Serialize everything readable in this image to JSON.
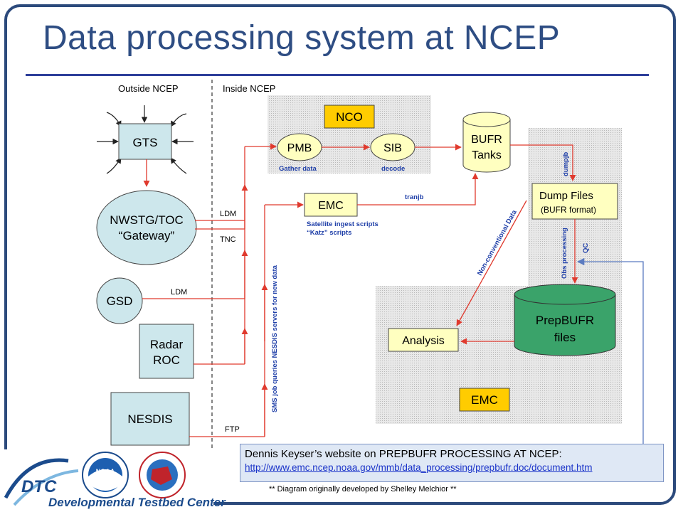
{
  "slide": {
    "title": "Data processing system at NCEP"
  },
  "diagram": {
    "region_labels": {
      "outside": "Outside NCEP",
      "inside": "Inside NCEP"
    },
    "nodes": {
      "gts": "GTS",
      "nwstg_line1": "NWSTG/TOC",
      "nwstg_line2": "“Gateway”",
      "gsd": "GSD",
      "radar_line1": "Radar",
      "radar_line2": "ROC",
      "nesdis": "NESDIS",
      "nco": "NCO",
      "pmb": "PMB",
      "sib": "SIB",
      "emc_ingest": "EMC",
      "bufr_line1": "BUFR",
      "bufr_line2": "Tanks",
      "dump_line1": "Dump Files",
      "dump_line2": "(BUFR format)",
      "prepbufr_line1": "PrepBUFR",
      "prepbufr_line2": "files",
      "analysis": "Analysis",
      "emc_bottom": "EMC"
    },
    "edge_labels": {
      "ldm_top": "LDM",
      "tnc": "TNC",
      "ldm_gsd": "LDM",
      "ftp": "FTP",
      "gather_data": "Gather data",
      "decode": "decode",
      "tranjb": "tranjb",
      "satellite_line1": "Satellite ingest scripts",
      "satellite_line2": "“Katz” scripts",
      "dumpjb": "dumpjb",
      "non_conventional": "Non-conventional Data",
      "obs_processing": "Obs processing",
      "qc": "QC",
      "sms_job": "SMS job queries NESDIS servers for new data"
    }
  },
  "callout": {
    "text": "Dennis Keyser’s website on PREPBUFR PROCESSING AT NCEP:",
    "link": "http://www.emc.ncep.noaa.gov/mmb/data_processing/prepbufr.doc/document.htm"
  },
  "credit": "** Diagram originally developed by Shelley Melchior **",
  "logos": {
    "dtc_text": "DTC",
    "dtc_caption": "Developmental Testbed Center",
    "noaa_text": "NOAA"
  },
  "colors": {
    "title": "#2e4d83",
    "box_fill": "#cde7ec",
    "nco_fill": "#ffcc00",
    "yellow_box": "#ffffc0",
    "prepbufr_fill": "#3aa36a",
    "arrow": "#e03a2e",
    "label_blue": "#1f3fa8"
  }
}
